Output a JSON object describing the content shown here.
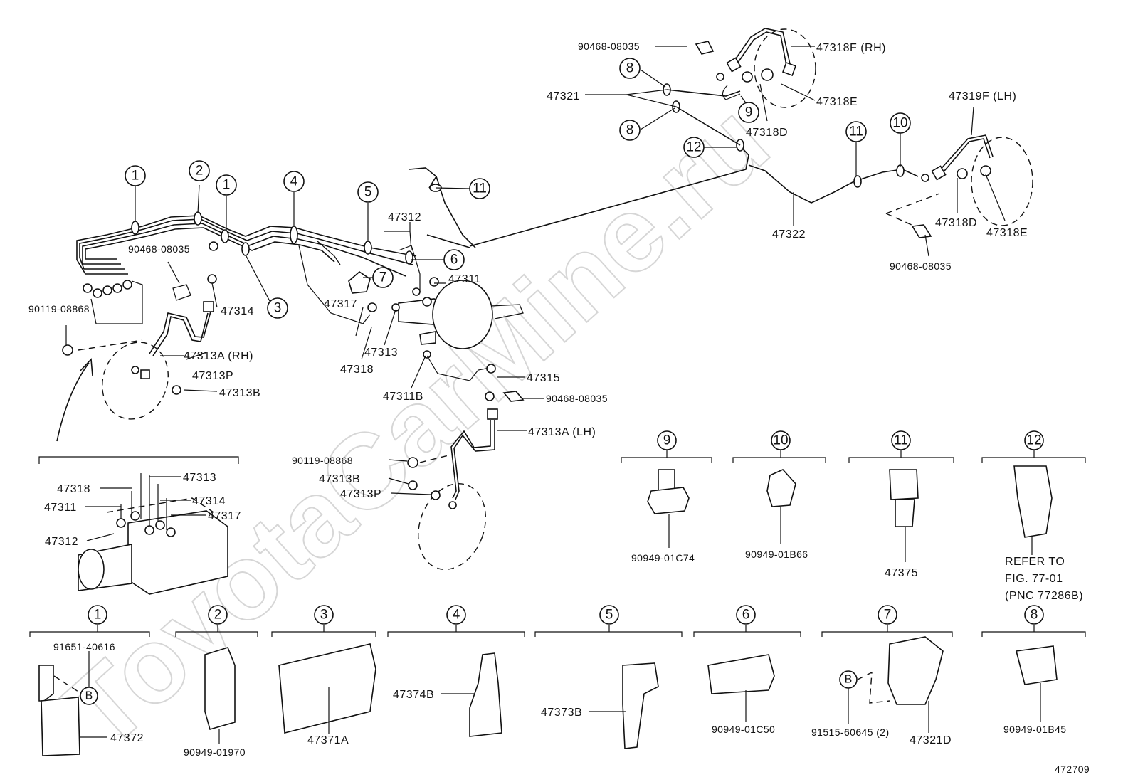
{
  "diagram_number": "472709",
  "watermark": "ToyotaCarMine.ru",
  "callouts": [
    "1",
    "2",
    "1",
    "4",
    "5",
    "3",
    "6",
    "7",
    "11",
    "8",
    "8",
    "9",
    "12",
    "11",
    "10"
  ],
  "labels": {
    "p90468_08035_top": "90468-08035",
    "p47318F": "47318F (RH)",
    "p47321": "47321",
    "p47318E_top": "47318E",
    "p47318D_top": "47318D",
    "p47319F": "47319F (LH)",
    "p47322": "47322",
    "p47318D_right": "47318D",
    "p47318E_right": "47318E",
    "p90468_08035_right": "90468-08035",
    "p47312": "47312",
    "p90468_08035_left": "90468-08035",
    "p47311": "47311",
    "p47317": "47317",
    "p47314": "47314",
    "p90119_08868_left": "90119-08868",
    "p47313A_RH": "47313A (RH)",
    "p47313P_left": "47313P",
    "p47313B_left": "47313B",
    "p47313": "47313",
    "p47318": "47318",
    "p47311B": "47311B",
    "p47315": "47315",
    "p90468_08035_mid": "90468-08035",
    "p47313A_LH": "47313A (LH)",
    "p90119_08868_mid": "90119-08868",
    "p47313B_mid": "47313B",
    "p47313P_mid": "47313P"
  },
  "detail_labels": {
    "d47318": "47318",
    "d47313": "47313",
    "d47314": "47314",
    "d47311": "47311",
    "d47317": "47317",
    "d47312": "47312"
  },
  "panels": [
    {
      "num": "9",
      "part": "90949-01C74"
    },
    {
      "num": "10",
      "part": "90949-01B66"
    },
    {
      "num": "11",
      "part": "47375"
    },
    {
      "num": "12",
      "part": "REFER TO",
      "part2": "FIG. 77-01",
      "part3": "(PNC 77286B)"
    },
    {
      "num": "1",
      "part": "91651-40616",
      "part2": "47372",
      "ref": "B"
    },
    {
      "num": "2",
      "part": "90949-01970"
    },
    {
      "num": "3",
      "part": "47371A"
    },
    {
      "num": "4",
      "part": "47374B"
    },
    {
      "num": "5",
      "part": "47373B"
    },
    {
      "num": "6",
      "part": "90949-01C50"
    },
    {
      "num": "7",
      "part": "91515-60645 (2)",
      "part2": "47321D",
      "ref": "B"
    },
    {
      "num": "8",
      "part": "90949-01B45"
    }
  ]
}
